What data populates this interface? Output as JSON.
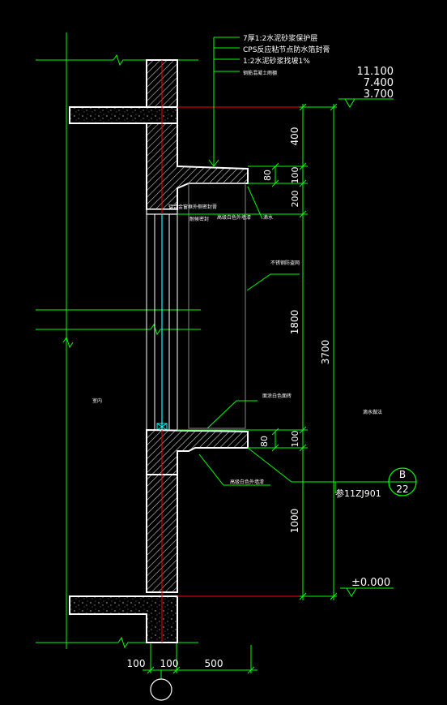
{
  "labels": {
    "layer_1": "7厚1:2水泥砂浆保护层",
    "layer_2": "CPS反应粘节点防水箔封膏",
    "layer_3": "1:2水泥砂浆找坡1%",
    "layer_4": "钢筋混凝土雨棚",
    "glass_note": "铝合金窗框外侧密封膏",
    "seal_note": "耐候密封",
    "paint_top": "高级白色外墙漆",
    "drip_top": "滴水",
    "steel_rail": "不锈钢防盗网",
    "paint_mid": "面涂白色面砖",
    "indoor": "室内",
    "outdoor": "滴水做法",
    "paint_bottom": "高级白色外墙漆"
  },
  "elevations": {
    "top": "11.100",
    "mid": "7.400",
    "low": "3.700",
    "ground": "±0.000"
  },
  "dimensions": {
    "d_400": "400",
    "d_80_top": "80",
    "d_100_top": "100",
    "d_200": "200",
    "d_1800": "1800",
    "d_100_bottom": "100",
    "d_80_bottom": "80",
    "d_1000": "1000",
    "d_total": "3700",
    "d_h1": "100",
    "d_h2": "100",
    "d_h3": "500"
  },
  "detail_ref": {
    "top": "B",
    "bottom": "22",
    "standard": "参11ZJ901"
  },
  "colors": {
    "background": "#000000",
    "wall": "#ffffff",
    "dimension": "#00ff00",
    "annotation": "#00ff00",
    "axis": "#00ff00",
    "elevation_line": "#ff0000",
    "glass": "#00ffff"
  }
}
